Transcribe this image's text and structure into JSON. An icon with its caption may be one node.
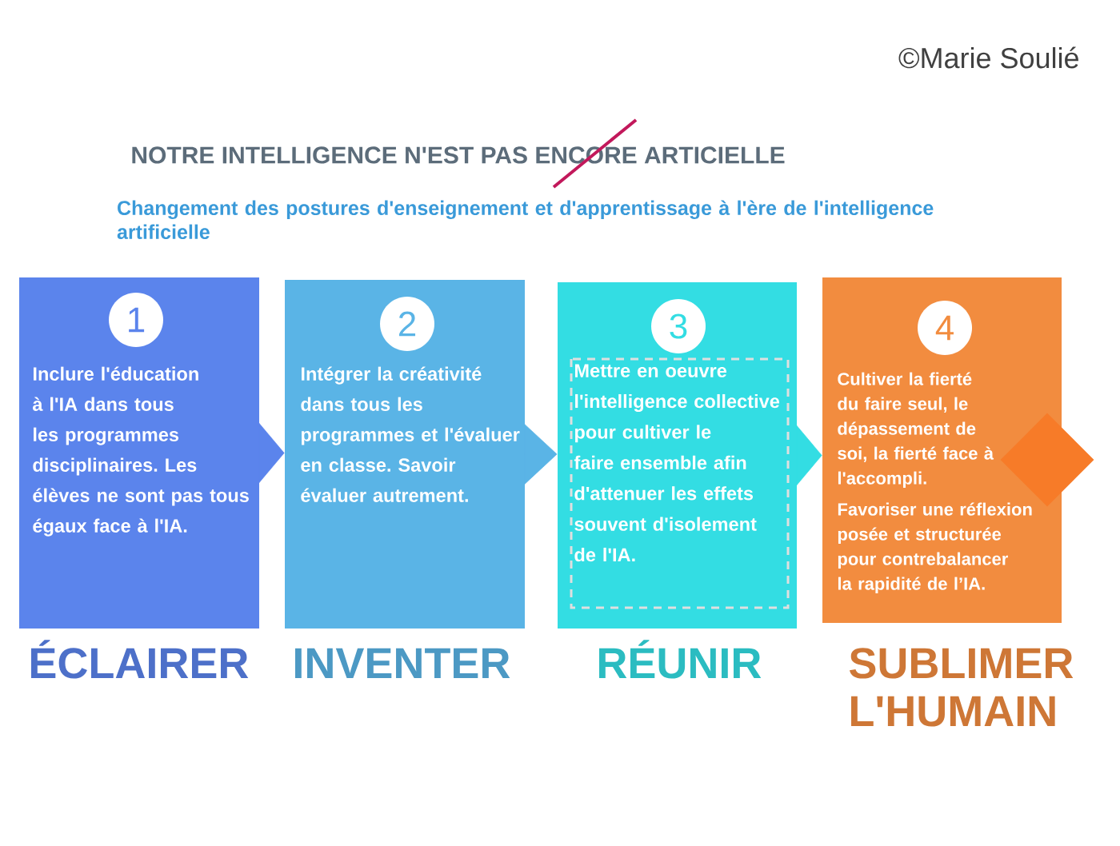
{
  "diagram": {
    "title": "NOTRE INTELLIGENCE N'EST PAS ENCORE ARTICIELLE",
    "nodes": [
      {
        "text": [
          "1",
          "Inclure l'éducation à l'IA dans tous les programmes disciplinaires. Les élèves ne sont pas tous égaux face à l'IA."
        ],
        "beside": [
          "ÉCLAIRER"
        ]
      },
      {
        "text": [
          "2",
          "Intégrer la créativité dans tous les programmes et l'évaluer en classe. Savoir évaluer autrement."
        ],
        "beside": [
          "INVENTER"
        ]
      },
      {
        "text": [
          "3",
          "Mettre en oeuvre l'intelligence collective pour cultiver le faire ensemble afin d'attenuer les effets souvent d'isolement de l'IA."
        ],
        "beside": [
          "RÉUNIR"
        ]
      },
      {
        "text": [
          "4",
          "Cultiver la fierté du faire seul, le dépassement de soi, la fierté face à l'accompli.",
          "Favoriser une réflexion posée et structurée pour contrebalancer la rapidité de l’IA."
        ],
        "beside": [
          "SUBLIMER L'HUMAIN"
        ]
      },
      {
        "text": [],
        "shape": "diamond"
      }
    ],
    "edges": [
      {
        "from": 0,
        "to": 1,
        "arrow": "to",
        "color": "#5b84ec"
      },
      {
        "from": 1,
        "to": 2,
        "arrow": "to",
        "color": "#5ab4e6"
      },
      {
        "from": 2,
        "to": 3,
        "arrow": "to",
        "color": "#33dde3"
      }
    ],
    "labels": [
      "©Marie Soulié",
      "Changement des postures d'enseignement et d'apprentissage à l'ère de l'intelligence artificielle"
    ]
  }
}
